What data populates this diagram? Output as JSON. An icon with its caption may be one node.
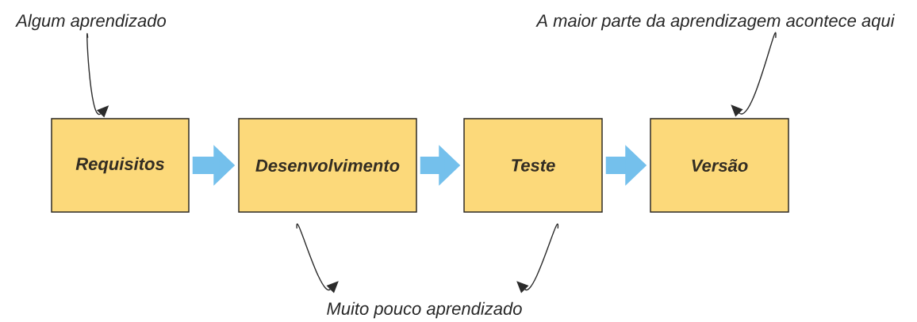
{
  "diagram": {
    "nodes": [
      {
        "text": [
          "Requisitos"
        ]
      },
      {
        "text": [
          "Desenvolvimento"
        ]
      },
      {
        "text": [
          "Teste"
        ]
      },
      {
        "text": [
          "Versão"
        ]
      },
      {
        "text": [
          "Algum aprendizado"
        ]
      },
      {
        "text": [
          "A maior parte da aprendizagem acontece aqui"
        ]
      },
      {
        "text": [
          "Muito pouco aprendizado"
        ]
      }
    ],
    "edges": [
      {
        "from": 0,
        "to": 1,
        "arrow": "to",
        "style": "thick",
        "color": "#74c0ec"
      },
      {
        "from": 1,
        "to": 2,
        "arrow": "to",
        "style": "thick",
        "color": "#74c0ec"
      },
      {
        "from": 2,
        "to": 3,
        "arrow": "to",
        "style": "thick",
        "color": "#74c0ec"
      },
      {
        "from": 4,
        "to": 0,
        "arrow": "to"
      },
      {
        "from": 5,
        "to": 3,
        "arrow": "to"
      },
      {
        "from": 1,
        "to": 6,
        "arrow": "to"
      },
      {
        "from": 2,
        "to": 6,
        "arrow": "to"
      }
    ]
  }
}
